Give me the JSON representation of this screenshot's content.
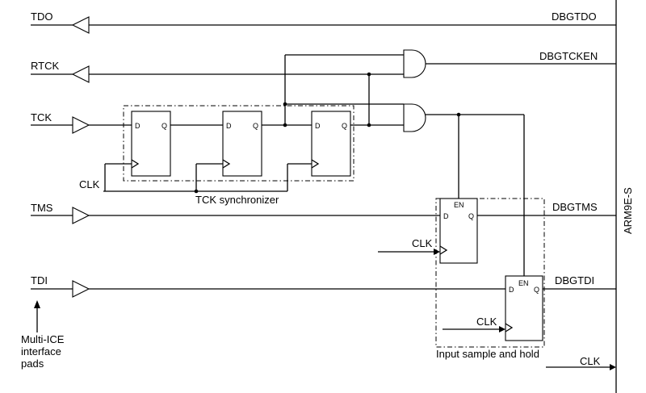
{
  "signals": {
    "tdo": "TDO",
    "rtck": "RTCK",
    "tck": "TCK",
    "tms": "TMS",
    "tdi": "TDI",
    "dbgtdo": "DBGTDO",
    "dbgtcken": "DBGTCKEN",
    "dbgtms": "DBGTMS",
    "dbgtdi": "DBGTDI",
    "clk": "CLK"
  },
  "blocks": {
    "core": "ARM9E-S",
    "synchronizer": "TCK synchronizer",
    "sample_hold": "Input sample and hold",
    "pads": [
      "Multi-ICE",
      "interface",
      "pads"
    ]
  },
  "pins": {
    "d": "D",
    "q": "Q",
    "en": "EN"
  }
}
